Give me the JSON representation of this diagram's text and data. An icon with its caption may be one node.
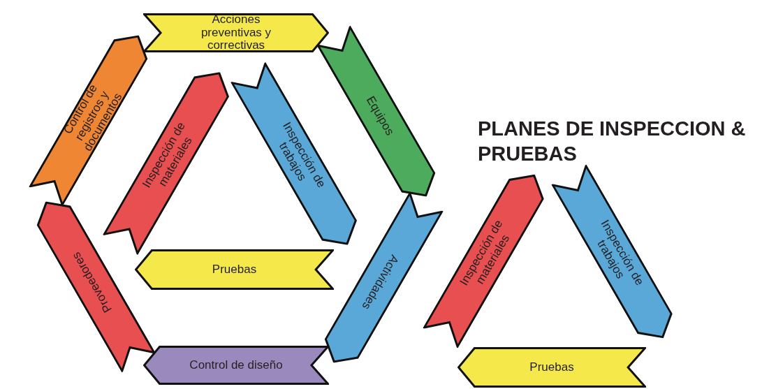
{
  "diagram": {
    "title": "PLANES DE INSPECCION & PRUEBAS",
    "nodes": [
      {
        "text": [
          "Acciones preventivas y correctivas"
        ]
      },
      {
        "text": [
          "Equipos"
        ]
      },
      {
        "text": [
          "Actividades"
        ]
      },
      {
        "text": [
          "Control de diseño"
        ]
      },
      {
        "text": [
          "Proveedores"
        ]
      },
      {
        "text": [
          "Control de registros y documentos"
        ]
      },
      {
        "text": [
          "Inspección de materiales"
        ]
      },
      {
        "text": [
          "Inspección de trabajos"
        ]
      },
      {
        "text": [
          "Pruebas"
        ]
      },
      {
        "text": [
          "Inspección de materiales"
        ]
      },
      {
        "text": [
          "Inspección de trabajos"
        ]
      },
      {
        "text": [
          "Pruebas"
        ]
      }
    ]
  }
}
